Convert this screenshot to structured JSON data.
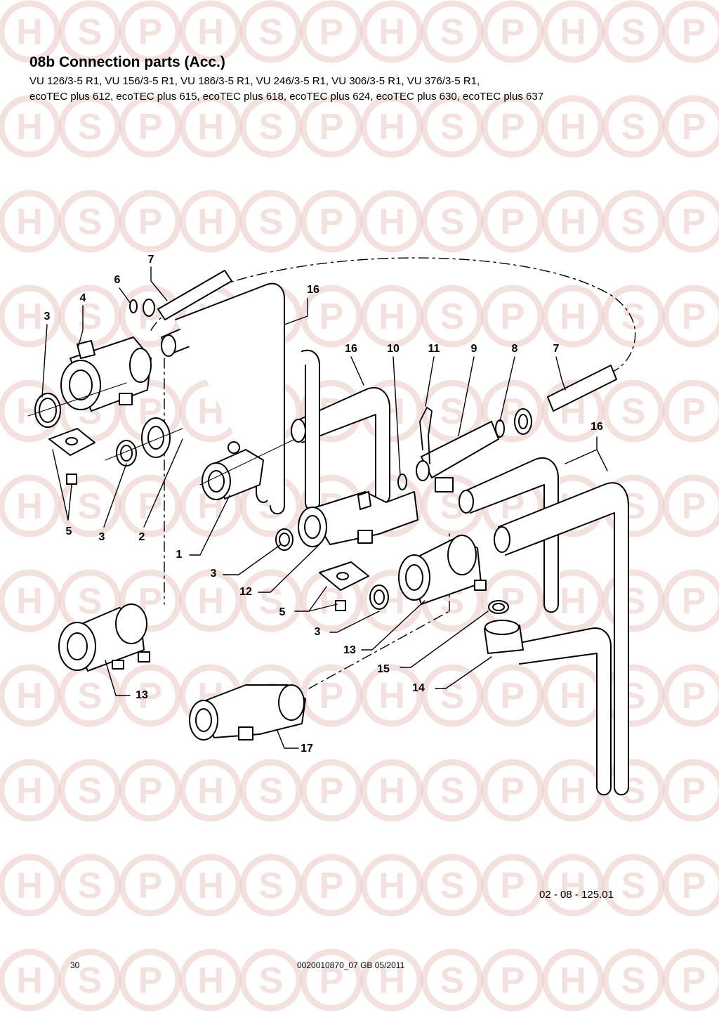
{
  "watermark": {
    "letters": [
      "H",
      "S",
      "P"
    ],
    "color": "#e8c9c4"
  },
  "header": {
    "title": "08b Connection parts (Acc.)",
    "models_line1": "VU 126/3-5 R1, VU 156/3-5 R1, VU 186/3-5 R1, VU 246/3-5 R1, VU 306/3-5 R1, VU 376/3-5 R1,",
    "models_line2": "ecoTEC plus 612, ecoTEC plus 615, ecoTEC plus 618, ecoTEC plus 624, ecoTEC plus 630, ecoTEC plus 637"
  },
  "callouts": {
    "c1": "1",
    "c2": "2",
    "c3a": "3",
    "c3b": "3",
    "c3c": "3",
    "c3d": "3",
    "c4": "4",
    "c5a": "5",
    "c5b": "5",
    "c6": "6",
    "c7a": "7",
    "c7b": "7",
    "c8": "8",
    "c9": "9",
    "c10": "10",
    "c11": "11",
    "c12": "12",
    "c13a": "13",
    "c13b": "13",
    "c14": "14",
    "c15": "15",
    "c16a": "16",
    "c16b": "16",
    "c16c": "16",
    "c17": "17"
  },
  "footer": {
    "drawing_number": "02 - 08 - 125.01",
    "page_number": "30",
    "document_number": "0020010870_07 GB 05/2011"
  }
}
